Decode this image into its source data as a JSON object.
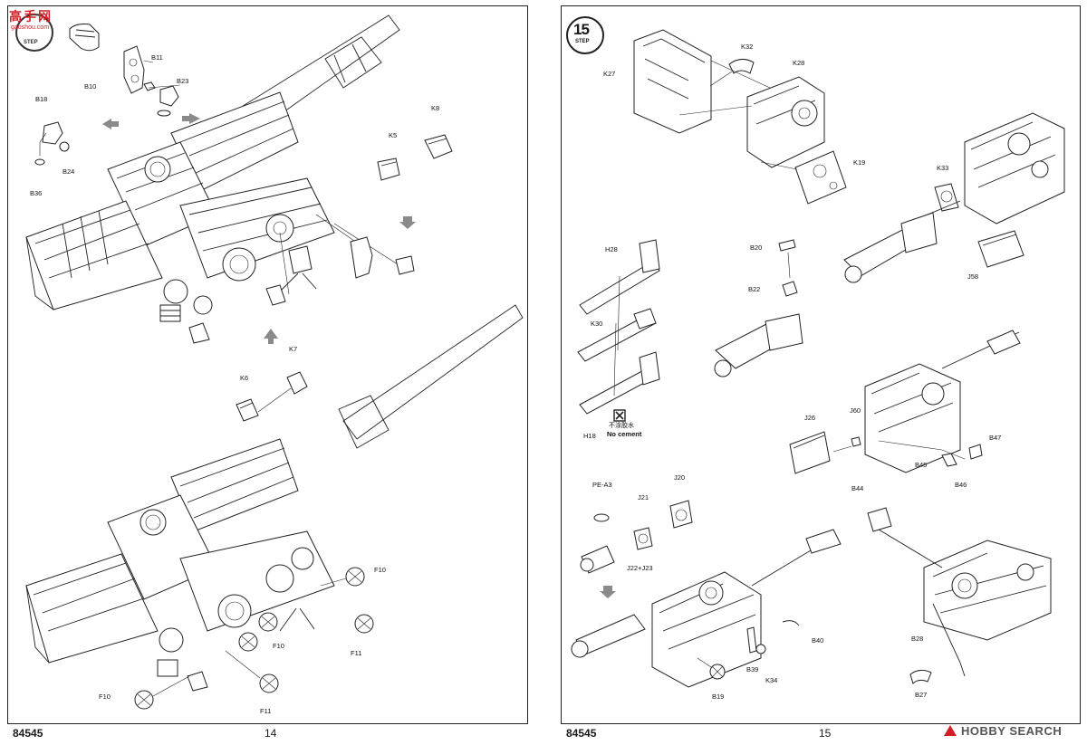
{
  "watermark_top": {
    "brand_text": "高手网",
    "url_text": "gaoshou.com",
    "step_label": "STEP"
  },
  "left_page": {
    "catalog_number": "84545",
    "page_number": "14",
    "parts": [
      "B10",
      "B11",
      "B23",
      "B18",
      "B24",
      "B36",
      "K5",
      "K8",
      "K6",
      "K7",
      "F10",
      "F10",
      "F10",
      "F11",
      "F11"
    ]
  },
  "right_page": {
    "step_badge": {
      "number": "15",
      "label": "STEP"
    },
    "catalog_number": "84545",
    "page_number": "15",
    "parts": [
      "K32",
      "K27",
      "K28",
      "K19",
      "K33",
      "J58",
      "B20",
      "B22",
      "H28",
      "K30",
      "H18",
      "J26",
      "J60",
      "B44",
      "B45",
      "B46",
      "B47",
      "PE-A3",
      "J21",
      "J20",
      "J22+J23",
      "B40",
      "B39",
      "K34",
      "B19",
      "B28",
      "B27"
    ],
    "note_chinese": "不涂胶水",
    "note_english": "No cement"
  },
  "watermark_bottom": {
    "text": "HOBBY SEARCH"
  },
  "colors": {
    "line": "#222222",
    "arrow_gray": "#8a8a8a",
    "watermark_red": "#d21f26",
    "watermark_dark": "#555555"
  }
}
